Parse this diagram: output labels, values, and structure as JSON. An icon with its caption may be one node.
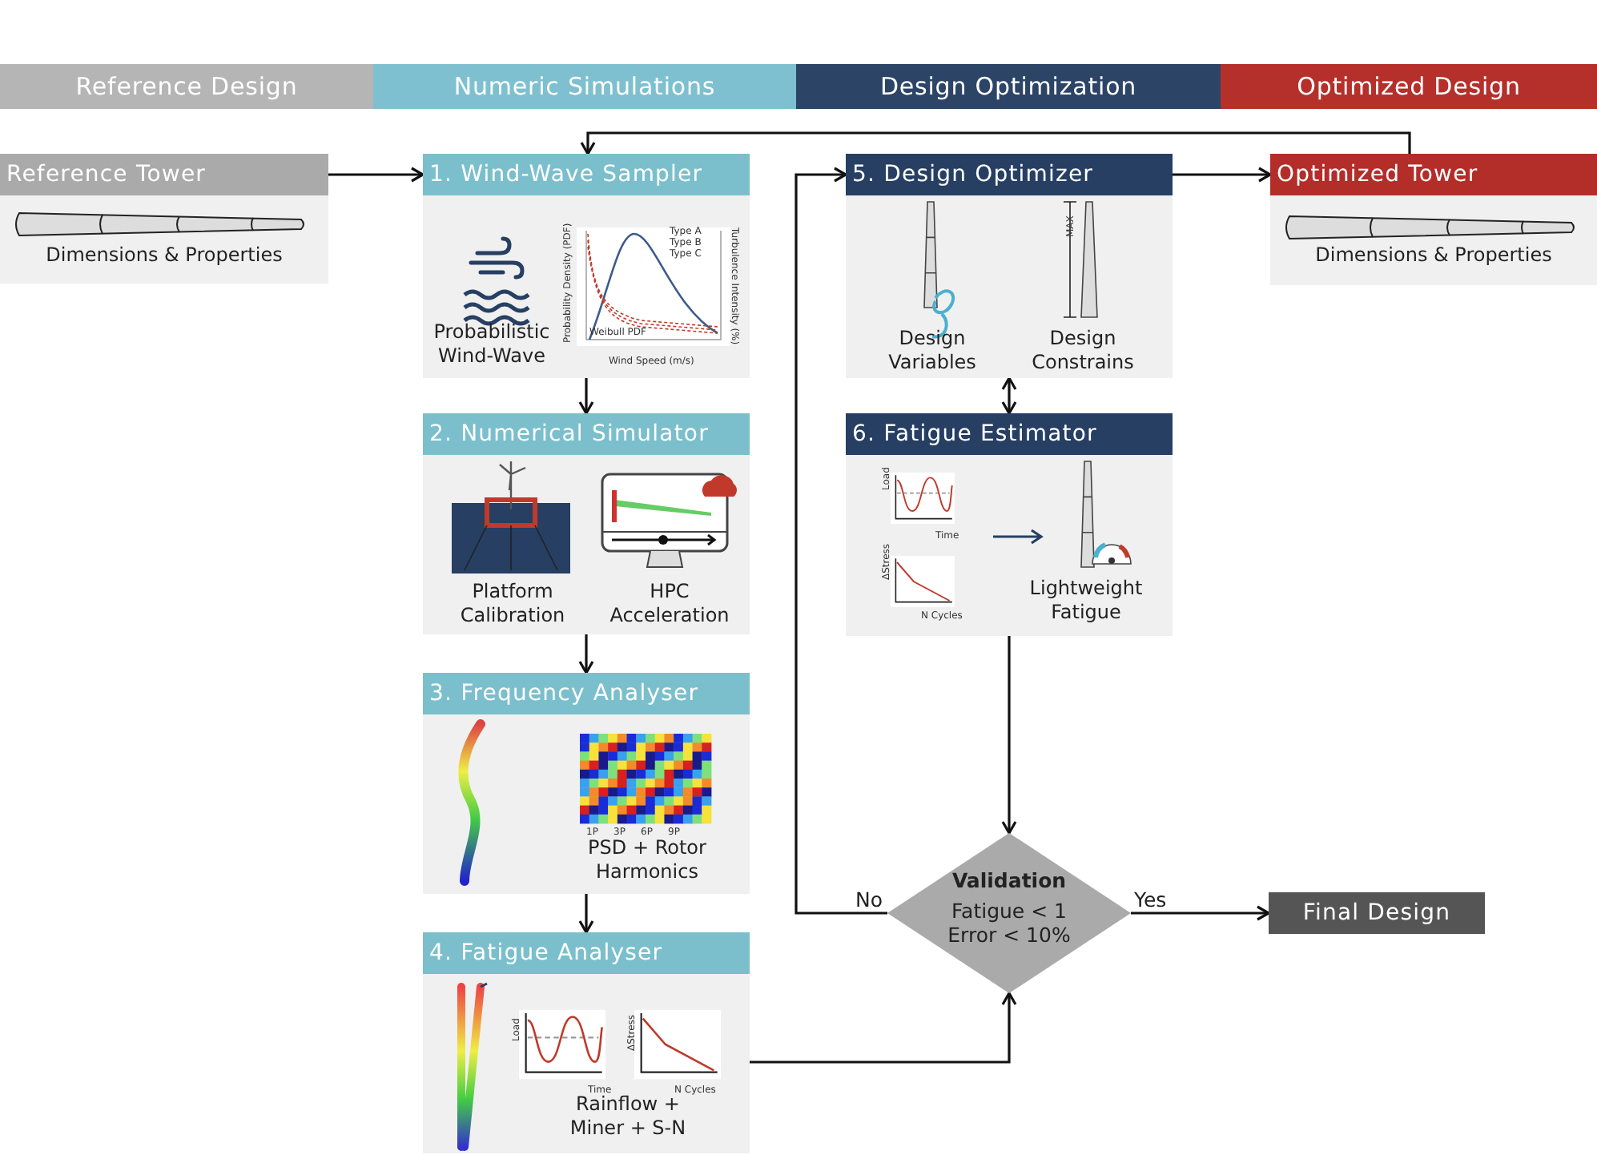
{
  "diagram": {
    "nodes": [
      {
        "text": [
          "Reference Design"
        ]
      },
      {
        "text": [
          "Numeric Simulations"
        ]
      },
      {
        "text": [
          "Design Optimization"
        ]
      },
      {
        "text": [
          "Optimized Design"
        ]
      },
      {
        "text": [
          "Reference Tower",
          "Dimensions & Properties"
        ]
      },
      {
        "text": [
          "1. Wind-Wave Sampler",
          "Probabilistic Wind-Wave"
        ]
      },
      {
        "text": [
          "2. Numerical Simulator",
          "Platform Calibration",
          "HPC Acceleration"
        ]
      },
      {
        "text": [
          "3. Frequency Analyser",
          "PSD + Rotor Harmonics"
        ]
      },
      {
        "text": [
          "4. Fatigue Analyser",
          "Rainflow + Miner + S-N"
        ]
      },
      {
        "text": [
          "5. Design Optimizer",
          "Design Variables",
          "Design Constrains"
        ]
      },
      {
        "text": [
          "6. Fatigue Estimator",
          "Lightweight Fatigue"
        ]
      },
      {
        "text": [
          "Optimized Tower",
          "Dimensions & Properties"
        ]
      },
      {
        "text": [
          "Validation",
          "Fatigue < 1 Error < 10%"
        ]
      },
      {
        "text": [
          "Final Design"
        ]
      }
    ],
    "edges": [
      {
        "from": 4,
        "to": 5,
        "arrow": "to"
      },
      {
        "from": 5,
        "to": 6,
        "arrow": "to"
      },
      {
        "from": 6,
        "to": 7,
        "arrow": "to"
      },
      {
        "from": 7,
        "to": 8,
        "arrow": "to"
      },
      {
        "from": 8,
        "to": 12,
        "arrow": "to"
      },
      {
        "from": 10,
        "to": 12,
        "arrow": "to"
      },
      {
        "from": 12,
        "to": 9,
        "arrow": "to",
        "label": "No"
      },
      {
        "from": 12,
        "to": 13,
        "arrow": "to",
        "label": "Yes"
      },
      {
        "from": 9,
        "to": 11,
        "arrow": "to"
      },
      {
        "from": 11,
        "to": 5,
        "arrow": "to"
      },
      {
        "from": 9,
        "to": 10,
        "arrow": "both"
      }
    ],
    "labels": [
      "Type A",
      "Type B",
      "Type C",
      "Probability Density (PDF)",
      "Turbulence Intensity (%)",
      "Weibull PDF",
      "Wind Speed (m/s)",
      "1P",
      "3P",
      "6P",
      "9P",
      "Load",
      "Time",
      "ΔStress",
      "N Cycles",
      "MAX",
      "Load",
      "Time",
      "ΔStress",
      "N Cycles"
    ]
  }
}
